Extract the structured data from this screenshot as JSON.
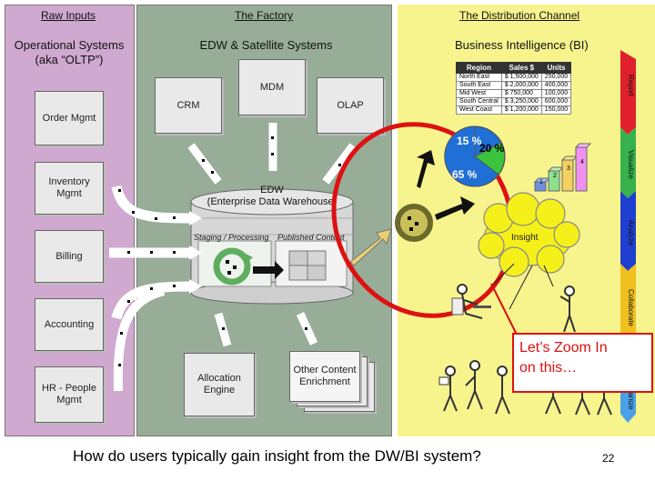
{
  "raw_inputs": {
    "title": "Raw Inputs",
    "subtitle": "Operational Systems (aka “OLTP”)",
    "sources": [
      {
        "label": "Order Mgmt"
      },
      {
        "label": "Inventory Mgmt"
      },
      {
        "label": "Billing"
      },
      {
        "label": "Accounting"
      },
      {
        "label": "HR - People Mgmt"
      }
    ]
  },
  "factory": {
    "title": "The Factory",
    "subtitle": "EDW & Satellite Systems",
    "crm": "CRM",
    "mdm": "MDM",
    "olap": "OLAP",
    "edw_title": "EDW",
    "edw_subtitle": "(Enterprise Data Warehouse)",
    "staging": "Staging / Processing",
    "published": "Published Content",
    "allocation": "Allocation Engine",
    "other_content": "Other Content Enrichment"
  },
  "distribution": {
    "title": "The Distribution Channel",
    "subtitle": "Business Intelligence (BI)",
    "table": {
      "headers": [
        "Region",
        "Sales $",
        "Units"
      ],
      "rows": [
        [
          "North East",
          "$ 1,500,000",
          "250,000"
        ],
        [
          "South East",
          "$ 2,000,000",
          "400,000"
        ],
        [
          "Mid West",
          "$ 750,000",
          "100,000"
        ],
        [
          "South Central",
          "$ 3,250,000",
          "600,000"
        ],
        [
          "West Coast",
          "$ 1,200,000",
          "150,000"
        ]
      ]
    },
    "pie_labels": [
      "15 %",
      "20 %",
      "65 %"
    ],
    "bar_labels": [
      "1",
      "2",
      "3",
      "4"
    ],
    "insight": "Insight",
    "ribbon": [
      "Report",
      "Visualize",
      "Analyze",
      "Collaborate",
      "Organize"
    ]
  },
  "callout": {
    "line1": "Let’s Zoom In",
    "line2": "on this…"
  },
  "question": "How do users typically gain insight from the DW/BI system?",
  "page_number": "22",
  "colors": {
    "raw_bg": "#cfa9cf",
    "factory_bg": "#98ad98",
    "dist_bg": "#f7f48e",
    "highlight_red": "#dd1111",
    "pie_blue": "#1f6fd6",
    "pie_green": "#3cc43c",
    "insight_yellow": "#f5f01a"
  }
}
